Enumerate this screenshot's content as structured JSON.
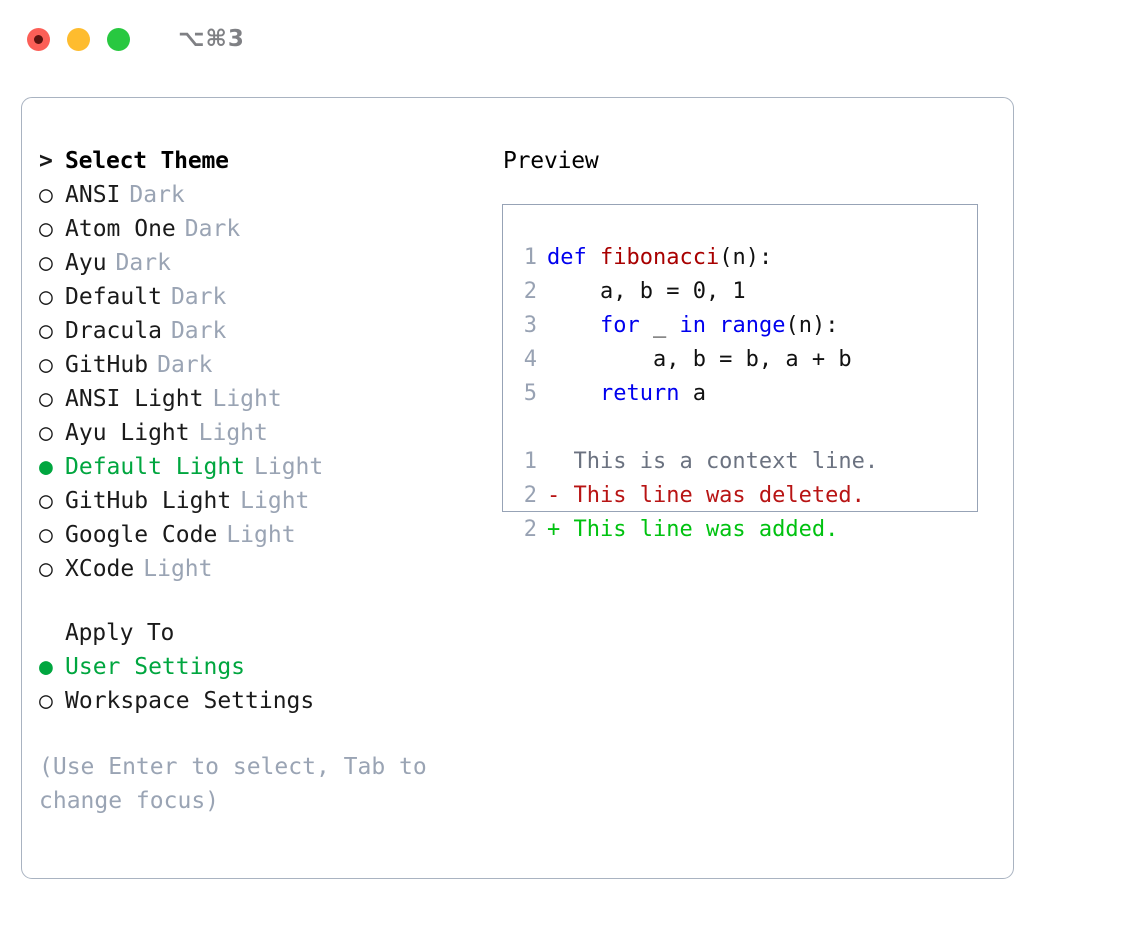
{
  "window": {
    "shortcut": "⌥⌘3",
    "traffic_lights": [
      {
        "name": "close",
        "color": "#fc5f57"
      },
      {
        "name": "minimize",
        "color": "#febc2e"
      },
      {
        "name": "maximize",
        "color": "#28c840"
      }
    ]
  },
  "theme_picker": {
    "header": "Select Theme",
    "header_marker": ">",
    "selected_marker": "●",
    "unselected_marker": "○",
    "selected_theme": "Default Light",
    "items": [
      {
        "name": "ANSI",
        "variant": "Dark",
        "selected": false
      },
      {
        "name": "Atom One",
        "variant": "Dark",
        "selected": false
      },
      {
        "name": "Ayu",
        "variant": "Dark",
        "selected": false
      },
      {
        "name": "Default",
        "variant": "Dark",
        "selected": false
      },
      {
        "name": "Dracula",
        "variant": "Dark",
        "selected": false
      },
      {
        "name": "GitHub",
        "variant": "Dark",
        "selected": false
      },
      {
        "name": "ANSI Light",
        "variant": "Light",
        "selected": false
      },
      {
        "name": "Ayu Light",
        "variant": "Light",
        "selected": false
      },
      {
        "name": "Default Light",
        "variant": "Light",
        "selected": true
      },
      {
        "name": "GitHub Light",
        "variant": "Light",
        "selected": false
      },
      {
        "name": "Google Code",
        "variant": "Light",
        "selected": false
      },
      {
        "name": "XCode",
        "variant": "Light",
        "selected": false
      }
    ]
  },
  "apply_to": {
    "header": "Apply To",
    "selected_option": "User Settings",
    "options": [
      {
        "label": "User Settings",
        "selected": true
      },
      {
        "label": "Workspace Settings",
        "selected": false
      }
    ]
  },
  "hint": "(Use Enter to select, Tab to change focus)",
  "preview": {
    "title": "Preview",
    "code_lines": [
      {
        "no": "1",
        "tokens": [
          {
            "t": "def",
            "k": "kw"
          },
          {
            "t": " ",
            "k": "plain"
          },
          {
            "t": "fibonacci",
            "k": "fn"
          },
          {
            "t": "(n):",
            "k": "plain"
          }
        ]
      },
      {
        "no": "2",
        "tokens": [
          {
            "t": "    a, b = 0, 1",
            "k": "plain"
          }
        ]
      },
      {
        "no": "3",
        "tokens": [
          {
            "t": "    ",
            "k": "plain"
          },
          {
            "t": "for",
            "k": "kw"
          },
          {
            "t": " _ ",
            "k": "plain"
          },
          {
            "t": "in",
            "k": "kw"
          },
          {
            "t": " ",
            "k": "plain"
          },
          {
            "t": "range",
            "k": "kw"
          },
          {
            "t": "(n):",
            "k": "plain"
          }
        ]
      },
      {
        "no": "4",
        "tokens": [
          {
            "t": "        a, b = b, a + b",
            "k": "plain"
          }
        ]
      },
      {
        "no": "5",
        "tokens": [
          {
            "t": "    ",
            "k": "plain"
          },
          {
            "t": "return",
            "k": "kw"
          },
          {
            "t": " a",
            "k": "plain"
          }
        ]
      }
    ],
    "diff_lines": [
      {
        "no": "1",
        "mark": " ",
        "text": "  This is a context line.",
        "kind": "ctx"
      },
      {
        "no": "2",
        "mark": "-",
        "text": "- This line was deleted.",
        "kind": "del"
      },
      {
        "no": "2",
        "mark": "+",
        "text": "+ This line was added.",
        "kind": "add"
      }
    ]
  },
  "colors": {
    "accent_green": "#00a63f",
    "muted": "#9aa4b4",
    "border": "#a9b3c1",
    "preview_border": "#97a3b6",
    "keyword": "#0000ee",
    "function": "#a80000",
    "diff_deleted": "#b81414",
    "diff_added": "#00c210"
  }
}
